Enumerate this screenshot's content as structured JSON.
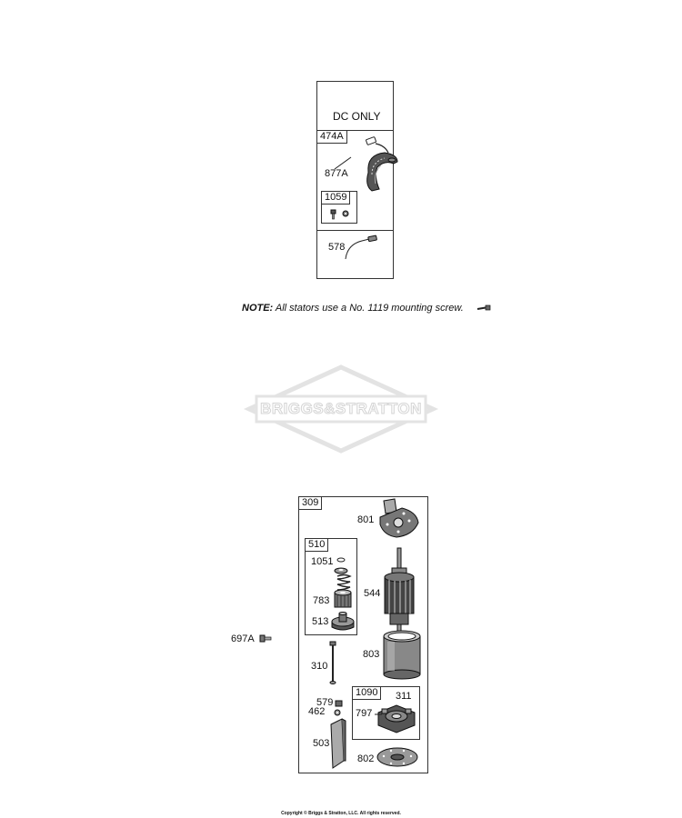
{
  "stator_kit": {
    "header": "DC ONLY",
    "kit_tag": "474A",
    "part_877A": "877A",
    "sub_kit_tag": "1059",
    "part_578": "578"
  },
  "note": {
    "prefix": "NOTE:",
    "text": "All stators use a No. 1119 mounting screw."
  },
  "watermark": {
    "brand": "BRIGGS&STRATTON"
  },
  "starter": {
    "kit_tag": "309",
    "part_801": "801",
    "drive_kit_tag": "510",
    "part_1051": "1051",
    "part_783": "783",
    "part_513": "513",
    "part_544": "544",
    "part_697A": "697A",
    "part_803": "803",
    "part_310": "310",
    "brush_kit_tag": "1090",
    "part_311": "311",
    "part_579": "579",
    "part_462": "462",
    "part_797": "797",
    "part_503": "503",
    "part_802": "802"
  },
  "footer": {
    "copyright": "Copyright © Briggs & Stratton, LLC. All rights reserved."
  }
}
